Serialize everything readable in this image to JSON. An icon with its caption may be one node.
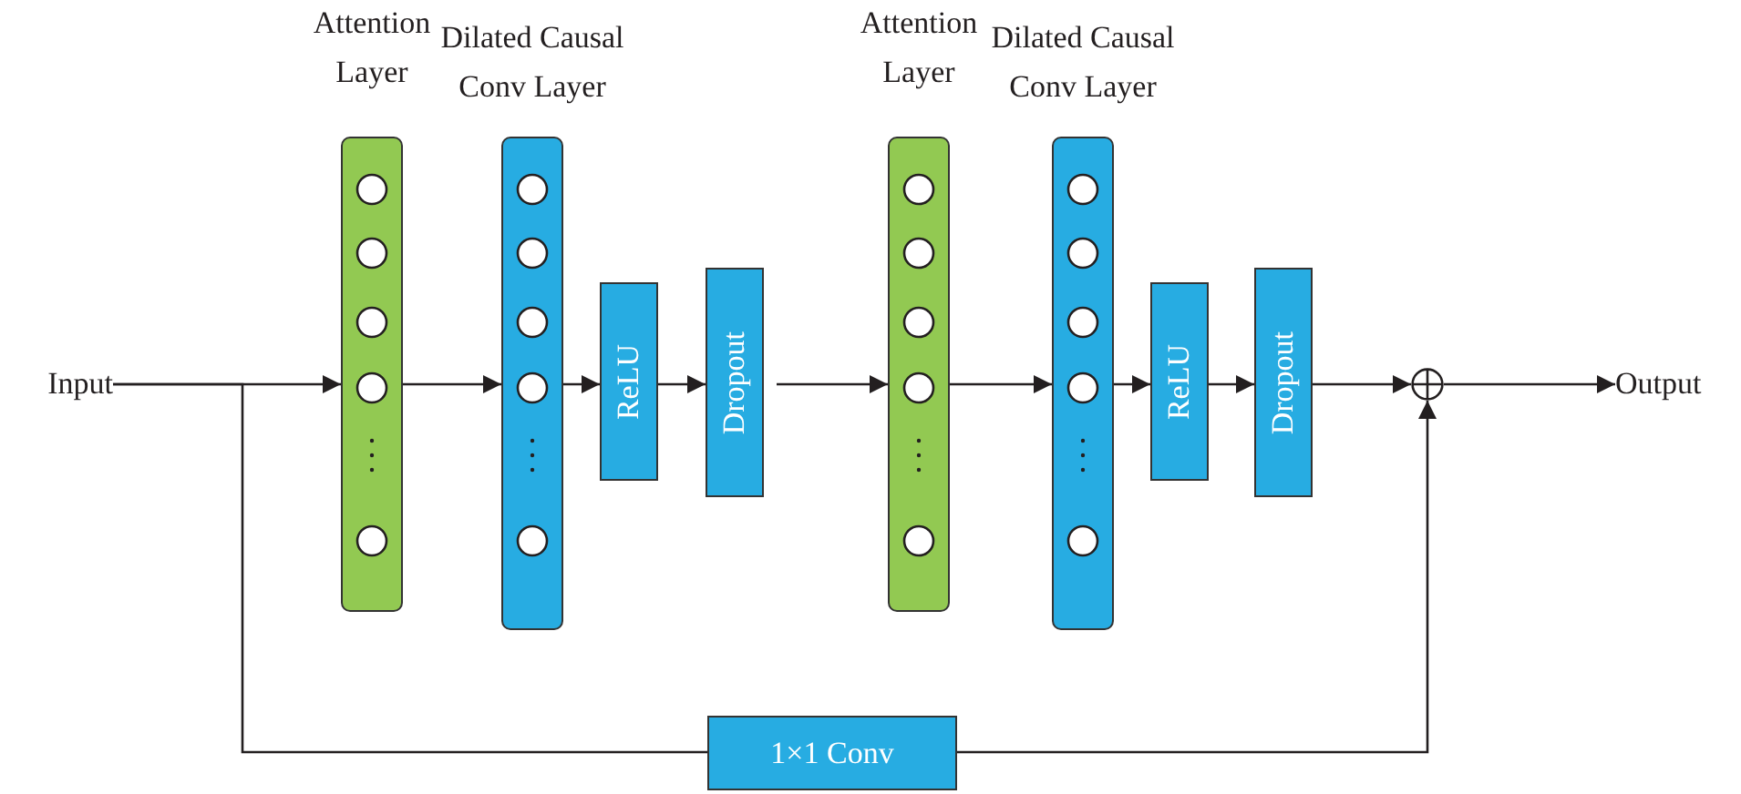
{
  "diagram": {
    "nodes": [
      {
        "text": [
          "Input"
        ]
      },
      {
        "text": [
          "Attention Layer"
        ]
      },
      {
        "text": [
          "Dilated Causal Conv Layer"
        ]
      },
      {
        "text": [
          "ReLU"
        ]
      },
      {
        "text": [
          "Dropout"
        ]
      },
      {
        "text": [
          "Attention Layer"
        ]
      },
      {
        "text": [
          "Dilated Causal Conv Layer"
        ]
      },
      {
        "text": [
          "ReLU"
        ]
      },
      {
        "text": [
          "Dropout"
        ]
      },
      {
        "text": [],
        "shape": "circle"
      },
      {
        "text": [
          "Output"
        ]
      },
      {
        "text": [
          "1×1 Conv"
        ]
      }
    ],
    "edges": [
      {
        "from": 0,
        "to": 1,
        "arrow": "to"
      },
      {
        "from": 1,
        "to": 2,
        "arrow": "to"
      },
      {
        "from": 2,
        "to": 3,
        "arrow": "to"
      },
      {
        "from": 3,
        "to": 4,
        "arrow": "to"
      },
      {
        "from": 4,
        "to": 5,
        "arrow": "to"
      },
      {
        "from": 5,
        "to": 6,
        "arrow": "to"
      },
      {
        "from": 6,
        "to": 7,
        "arrow": "to"
      },
      {
        "from": 7,
        "to": 8,
        "arrow": "to"
      },
      {
        "from": 8,
        "to": 9,
        "arrow": "to"
      },
      {
        "from": 9,
        "to": 10,
        "arrow": "to"
      },
      {
        "from": 0,
        "to": 11,
        "arrow": "none"
      },
      {
        "from": 11,
        "to": 9,
        "arrow": "to"
      }
    ]
  }
}
